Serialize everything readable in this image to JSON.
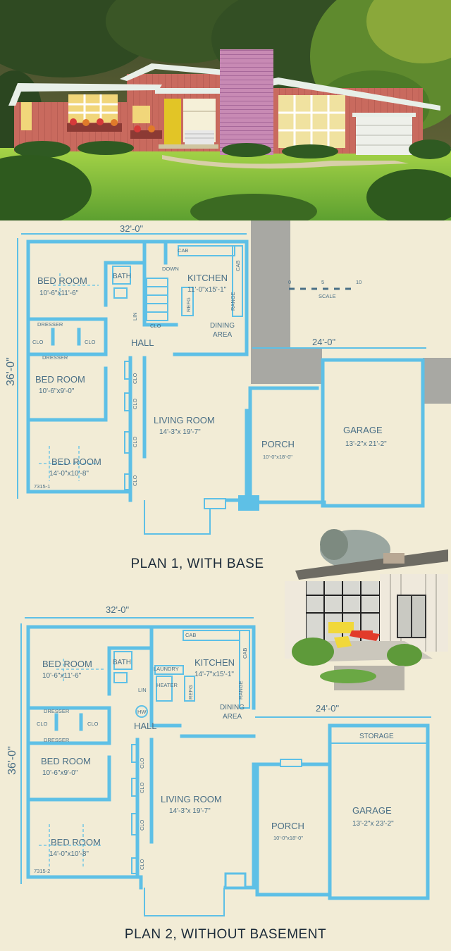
{
  "plan1": {
    "overall_width": "32'-0\"",
    "overall_depth": "36'-0\"",
    "garage_width": "24'-0\"",
    "plan_number": "7315-1",
    "scale_label": "SCALE",
    "scale_ticks": [
      "0",
      "5",
      "10"
    ],
    "rooms": {
      "bed1_name": "BED ROOM",
      "bed1_size": "10'-6\"x11'-6\"",
      "bath": "BATH",
      "kitchen_name": "KITCHEN",
      "kitchen_size": "11'-0\"x15'-1\"",
      "down": "DOWN",
      "lin": "LIN",
      "clo": "CLO",
      "cab": "CAB",
      "range": "RANGE",
      "refg": "REFG",
      "dresser": "DRESSER",
      "hall": "HALL",
      "dining": "DINING",
      "area": "AREA",
      "bed2_name": "BED ROOM",
      "bed2_size": "10'-6\"x9'-0\"",
      "living_name": "LIVING ROOM",
      "living_size": "14'-3\"x 19'-7\"",
      "porch_name": "PORCH",
      "porch_size": "10'-0\"x18'-0\"",
      "garage_name": "GARAGE",
      "garage_size": "13'-2\"x 21'-2\"",
      "bed3_name": "BED ROOM",
      "bed3_size": "14'-0\"x10'-8\""
    },
    "caption": "PLAN 1, WITH BASE"
  },
  "plan2": {
    "overall_width": "32'-0\"",
    "overall_depth": "36'-0\"",
    "garage_width": "24'-0\"",
    "plan_number": "7315-2",
    "rooms": {
      "bed1_name": "BED ROOM",
      "bed1_size": "10'-6\"x11'-6\"",
      "bath": "BATH",
      "kitchen_name": "KITCHEN",
      "kitchen_size": "14'-7\"x15'-1\"",
      "laundry": "LAUNDRY",
      "heater": "HEATER",
      "lin": "LIN",
      "hw": "HW",
      "clo": "CLO",
      "cab": "CAB",
      "range": "RANGE",
      "refg": "REFG",
      "dresser": "DRESSER",
      "hall": "HALL",
      "dining": "DINING",
      "area": "AREA",
      "bed2_name": "BED ROOM",
      "bed2_size": "10'-6\"x9'-0\"",
      "living_name": "LIVING ROOM",
      "living_size": "14'-3\"x 19'-7\"",
      "porch_name": "PORCH",
      "porch_size": "10'-0\"x18'-0\"",
      "storage": "STORAGE",
      "garage_name": "GARAGE",
      "garage_size": "13'-2\"x 23'-2\"",
      "bed3_name": "BED ROOM",
      "bed3_size": "14'-0\"x10'-8\""
    },
    "caption": "PLAN 2, WITHOUT BASEMENT"
  },
  "colors": {
    "plan_line": "#5ec0e6",
    "paper": "#f2ecd6",
    "house_siding": "#c96a5e",
    "chimney": "#c88ab4",
    "lawn": "#7ec13e",
    "door": "#e2c526"
  }
}
